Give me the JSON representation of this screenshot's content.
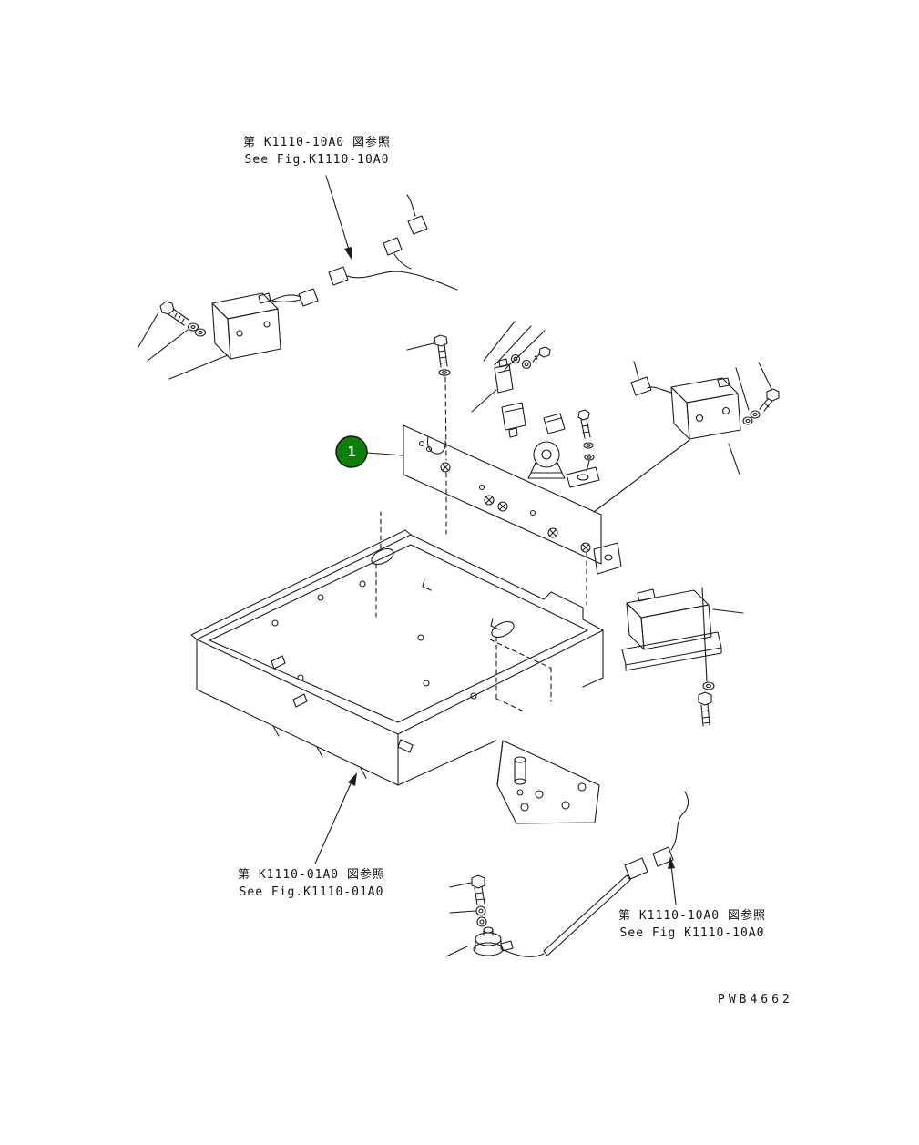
{
  "figure": {
    "references": {
      "top": {
        "jp": "第 K1110-10A0 図参照",
        "en": "See Fig.K1110-10A0"
      },
      "bottom_left": {
        "jp": "第 K1110-01A0 図参照",
        "en": "See Fig.K1110-01A0"
      },
      "bottom_right": {
        "jp": "第 K1110-10A0 図参照",
        "en": "See Fig K1110-10A0"
      }
    },
    "callout": {
      "label": "1",
      "fill": "#0a8006",
      "text_color": "#ffffff"
    },
    "drawing_number": "PWB4662",
    "colors": {
      "line": "#1c1c1c",
      "background": "#ffffff"
    }
  }
}
